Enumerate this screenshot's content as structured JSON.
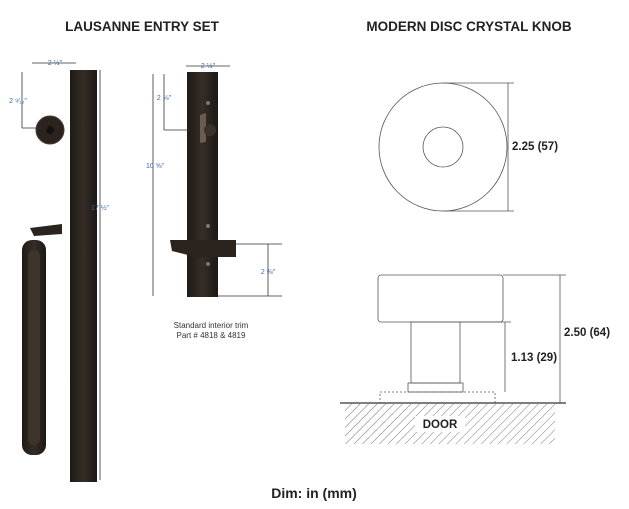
{
  "left_title": "LAUSANNE ENTRY SET",
  "right_title": "MODERN DISC CRYSTAL KNOB",
  "entry_dims": {
    "width": "2 ½\"",
    "deadbolt_from_top": "2 ⁹⁄₁₆\"",
    "height": "17 ½\""
  },
  "interior_dims": {
    "width": "2 ½\"",
    "turn_from_top": "2 ⅛\"",
    "height": "10 ⅝\"",
    "lever_from_bottom": "2 ⅜\""
  },
  "interior_caption": [
    "Standard interior trim",
    "Part # 4818 & 4819"
  ],
  "knob_dims": {
    "diameter": "2.25 (57)",
    "projection": "2.50 (64)",
    "stem": "1.13 (29)"
  },
  "door_label": "DOOR",
  "units_note": "Dim: in (mm)",
  "colors": {
    "bronze": "#2e2823",
    "dim_blue": "#3a6aa8"
  }
}
